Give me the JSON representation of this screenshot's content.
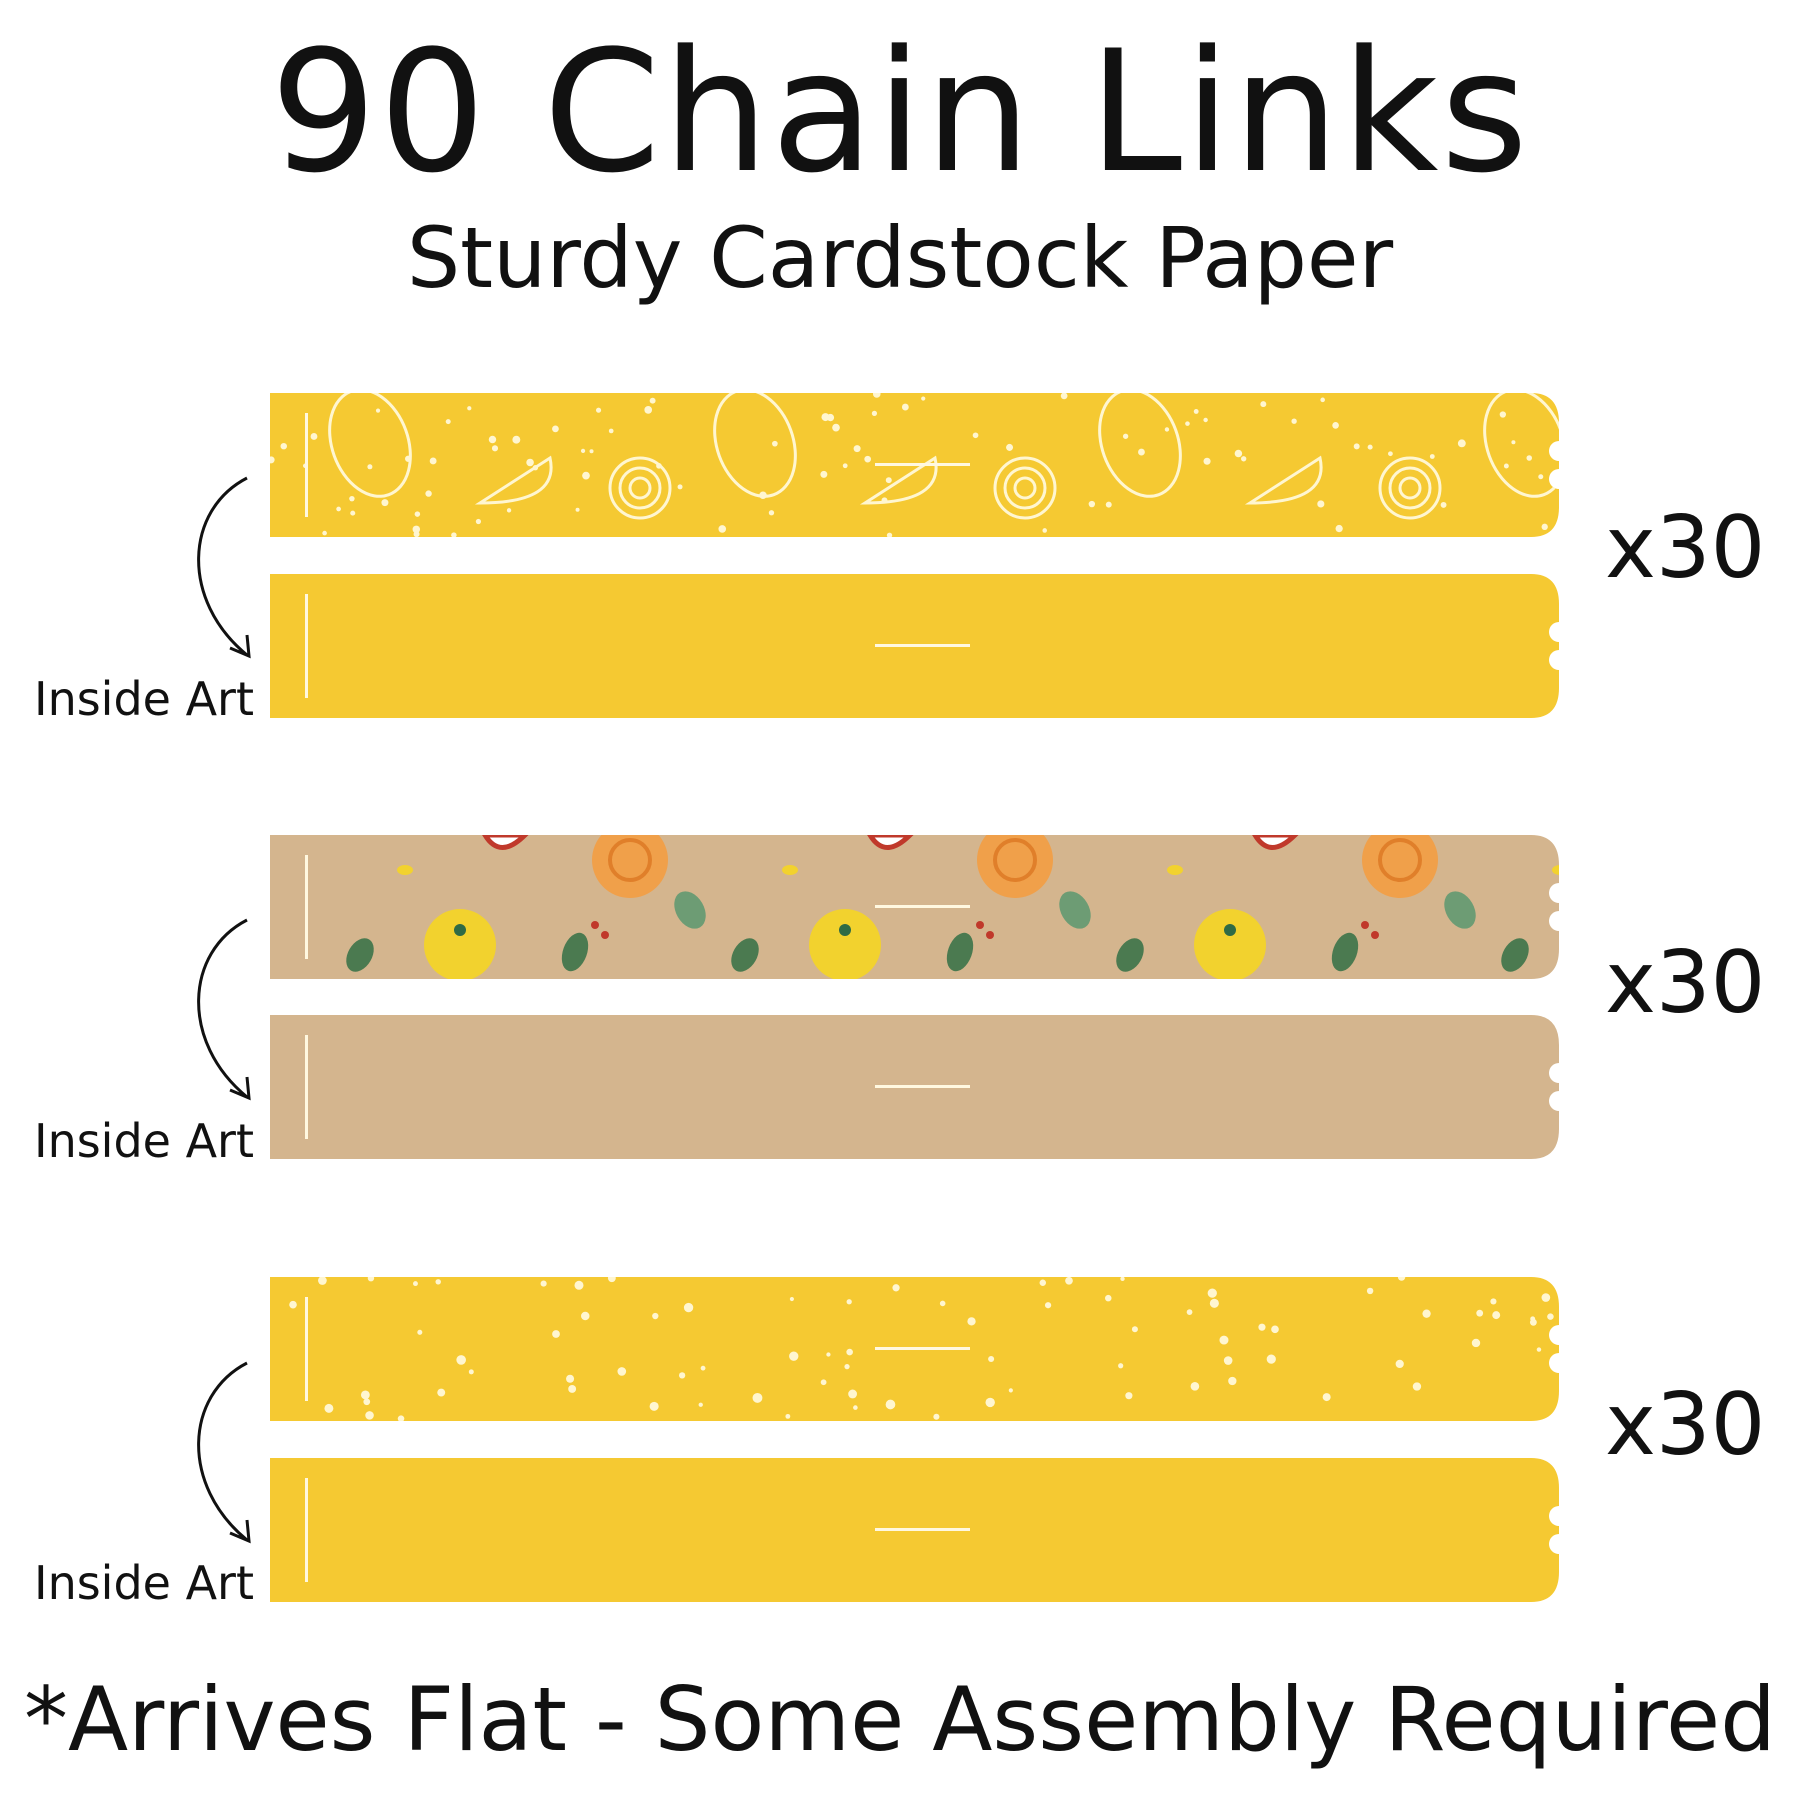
{
  "title": "90 Chain Links",
  "subtitle": "Sturdy Cardstock Paper",
  "groups": [
    {
      "count": "x30",
      "inside_label": "Inside Art",
      "outside_color": "#f5c932",
      "inside_color": "#f5c932",
      "pattern": "lemon"
    },
    {
      "count": "x30",
      "inside_label": "Inside Art",
      "outside_color": "#d4b58e",
      "inside_color": "#d4b58e",
      "pattern": "fruit"
    },
    {
      "count": "x30",
      "inside_label": "Inside Art",
      "outside_color": "#f5c932",
      "inside_color": "#f5c932",
      "pattern": "dots"
    }
  ],
  "footer": "*Arrives Flat - Some Assembly Required"
}
